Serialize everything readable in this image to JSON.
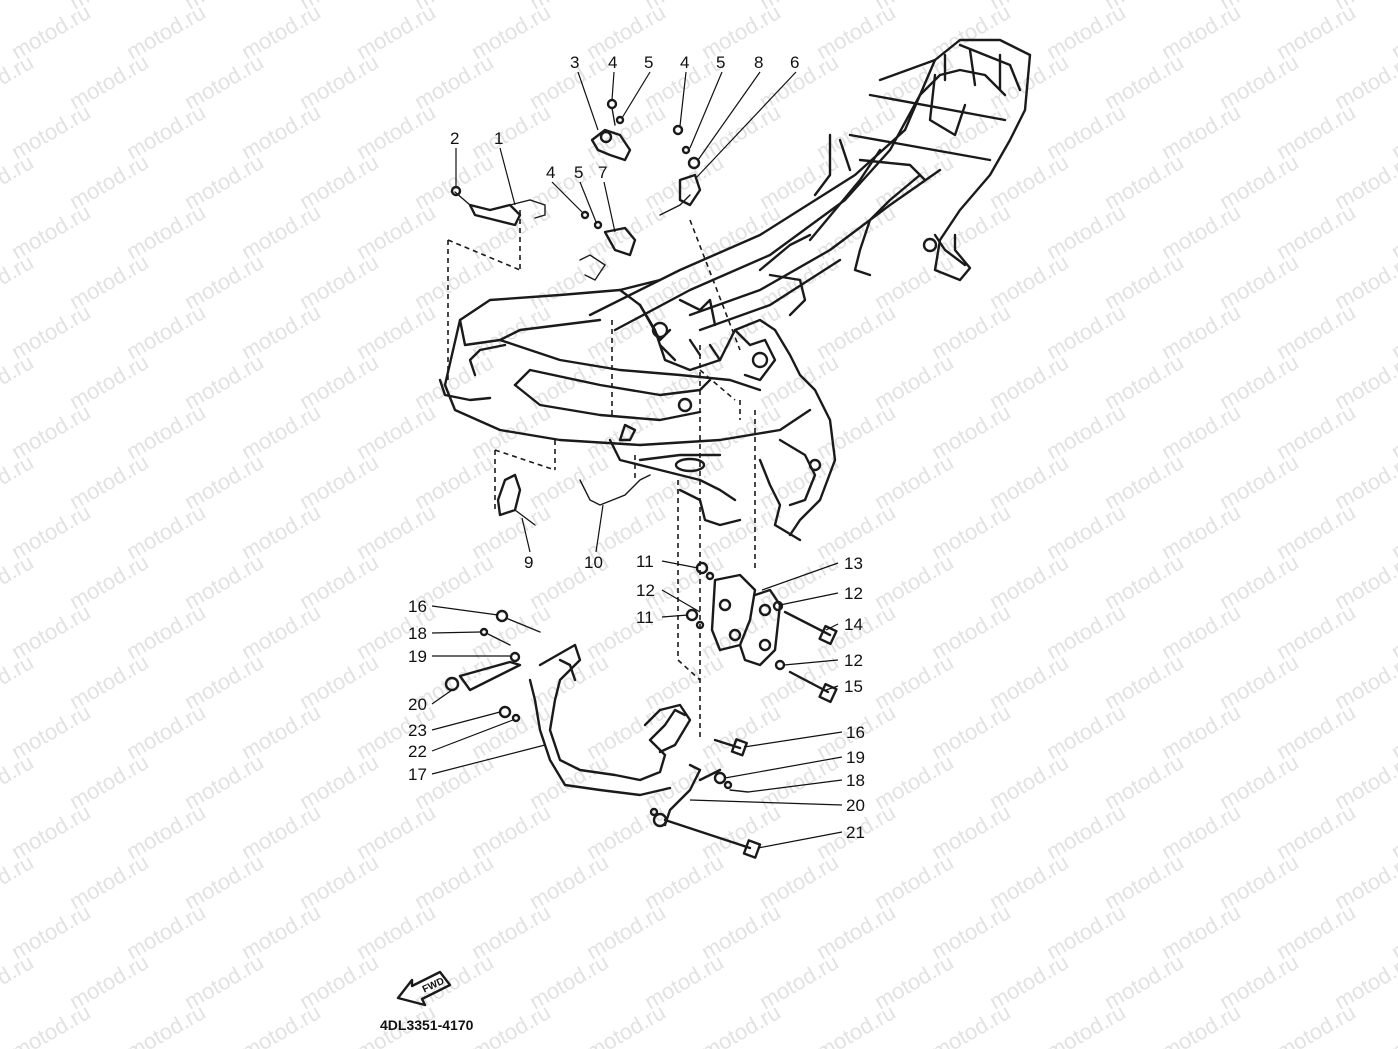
{
  "watermark": {
    "text": "motod.ru",
    "color": "#e2e2e2"
  },
  "callouts": [
    "1",
    "2",
    "3",
    "4",
    "5",
    "6",
    "7",
    "8",
    "9",
    "10",
    "11",
    "12",
    "13",
    "14",
    "15",
    "16",
    "17",
    "18",
    "19",
    "20",
    "21",
    "22",
    "23"
  ],
  "part_number": "4DL3351-4170",
  "fwd_label": "FWD",
  "colors": {
    "ink": "#1a1a1a",
    "background": "#ffffff"
  }
}
